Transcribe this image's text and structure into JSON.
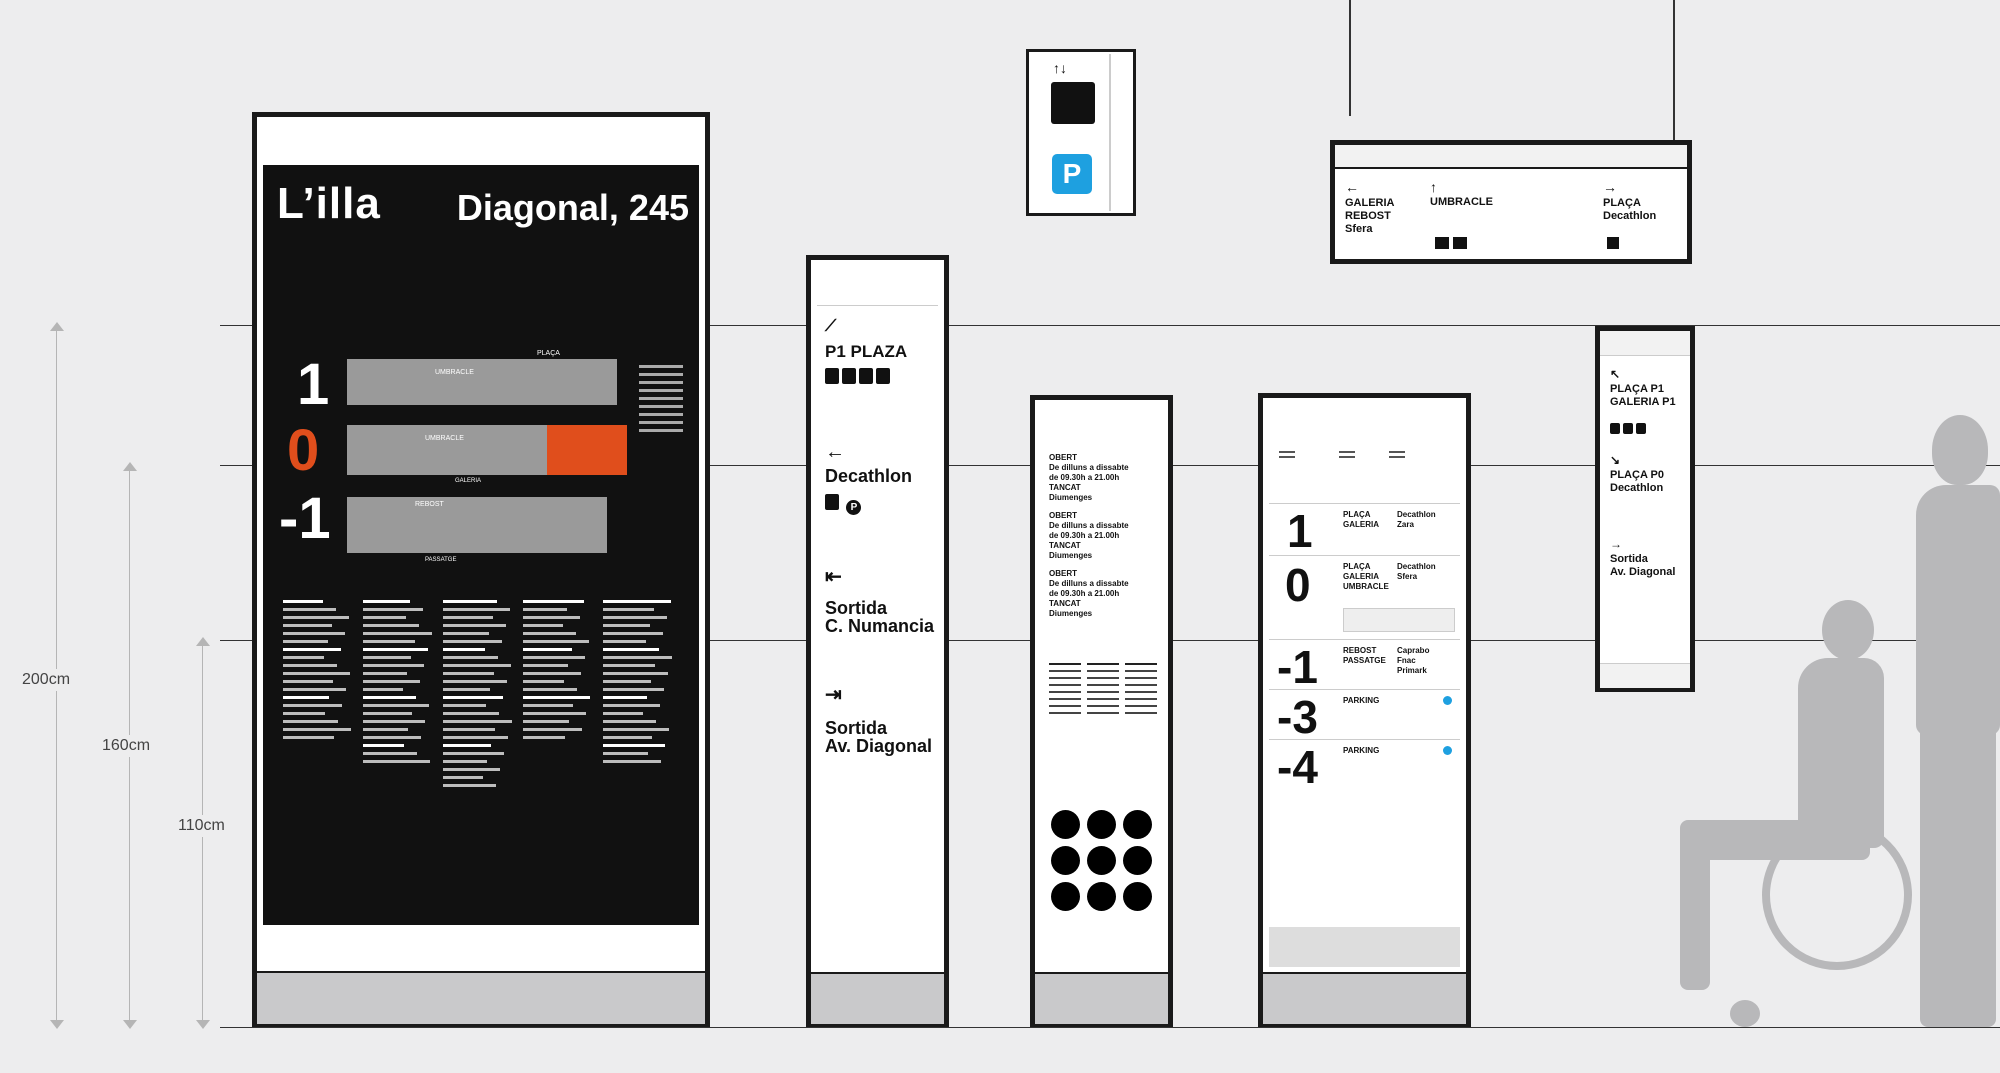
{
  "dimensions": {
    "h200": "200cm",
    "h160": "160cm",
    "h110": "110cm"
  },
  "directory": {
    "brand": "L’illa",
    "address": "Diagonal, 245",
    "floors": [
      "1",
      "0",
      "-1"
    ],
    "map_labels": [
      "PLAÇA",
      "UMBRACLE",
      "GALERIA",
      "REBOST",
      "PASSATGE"
    ],
    "accent": "#e04e1c"
  },
  "tall_sign": {
    "items": [
      {
        "icon": "stairs-icon",
        "lines": [
          "P1 PLAZA"
        ]
      },
      {
        "icon": "arrow-left-icon",
        "lines": [
          "Decathlon"
        ]
      },
      {
        "icon": "exit-left-icon",
        "lines": [
          "Sortida",
          "C. Numancia"
        ]
      },
      {
        "icon": "exit-right-icon",
        "lines": [
          "Sortida",
          "Av. Diagonal"
        ]
      }
    ]
  },
  "hours_sign": {
    "blocks": [
      [
        "OBERT",
        "De dilluns a dissabte",
        "de 09.30h a 21.00h",
        "TANCAT",
        "Diumenges"
      ],
      [
        "OBERT",
        "De dilluns a dissabte",
        "de 09.30h a 21.00h",
        "TANCAT",
        "Diumenges"
      ],
      [
        "OBERT",
        "De dilluns a dissabte",
        "de 09.30h a 21.00h",
        "TANCAT",
        "Diumenges"
      ]
    ]
  },
  "levels_sign": {
    "levels": [
      {
        "num": "1",
        "zones": "PLAÇA\nGALERIA",
        "shops": "Decathlon\nZara"
      },
      {
        "num": "0",
        "zones": "PLAÇA\nGALERIA\nUMBRACLE",
        "shops": "Decathlon\nSfera"
      },
      {
        "num": "-1",
        "zones": "REBOST\nPASSATGE",
        "shops": "Caprabo\nFnac\nPrimark"
      },
      {
        "num": "-3",
        "zones": "PARKING",
        "shops": ""
      },
      {
        "num": "-4",
        "zones": "PARKING",
        "shops": ""
      }
    ]
  },
  "hanging_sign": {
    "left": {
      "arrow": "←",
      "lines": [
        "GALERIA",
        "REBOST",
        "Sfera"
      ]
    },
    "center": {
      "arrow": "↑",
      "lines": [
        "UMBRACLE"
      ]
    },
    "right": {
      "arrow": "→",
      "lines": [
        "PLAÇA",
        "Decathlon"
      ]
    }
  },
  "lift_sign": {
    "parking_letter": "P",
    "parking_color": "#1ea0e0"
  },
  "small_sign": {
    "items": [
      {
        "arrow": "↖",
        "lines": [
          "PLAÇA P1",
          "GALERIA P1"
        ]
      },
      {
        "arrow": "↘",
        "lines": [
          "PLAÇA P0",
          "Decathlon"
        ]
      },
      {
        "arrow": "→",
        "lines": [
          "Sortida",
          "Av. Diagonal"
        ]
      }
    ]
  }
}
